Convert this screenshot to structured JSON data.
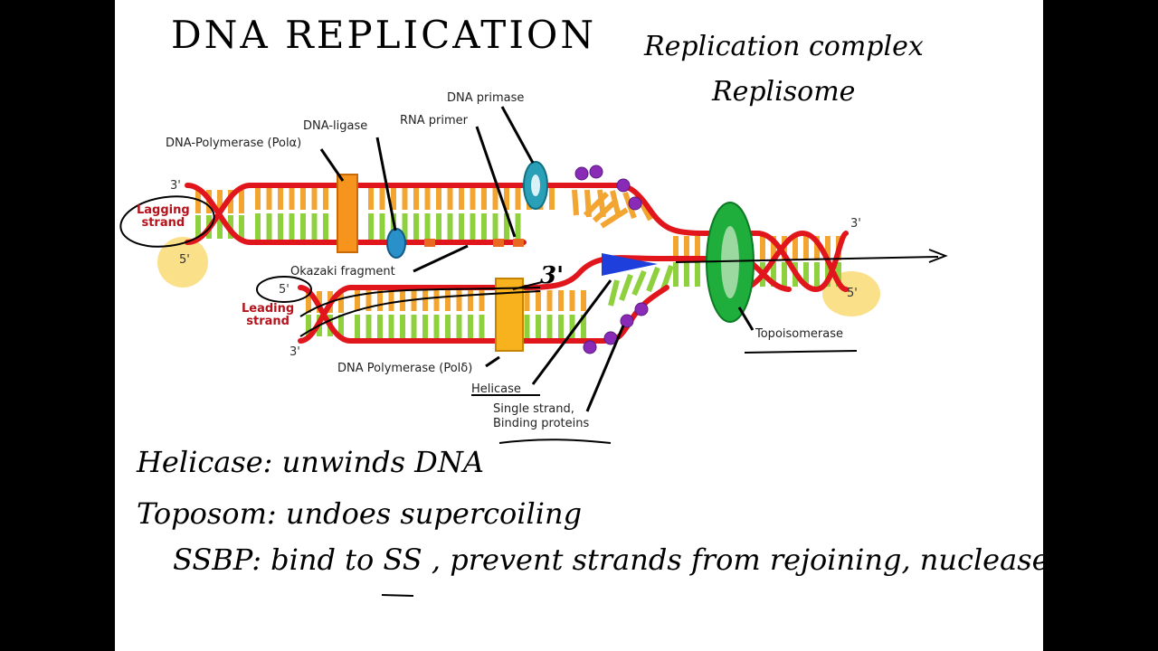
{
  "title": "DNA REPLICATION",
  "top_note": {
    "line1": "Replication complex",
    "line2": "Replisome"
  },
  "labels": {
    "dna_primase": "DNA primase",
    "dna_ligase": "DNA-ligase",
    "rna_primer": "RNA primer",
    "pol_alpha": "DNA-Polymerase (Polα)",
    "okazaki": "Okazaki fragment",
    "pol_delta": "DNA Polymerase (Polδ)",
    "helicase": "Helicase",
    "ssb_line1": "Single strand,",
    "ssb_line2": "Binding proteins",
    "topoisomerase": "Topoisomerase",
    "lagging_line1": "Lagging",
    "lagging_line2": "strand",
    "leading_line1": "Leading",
    "leading_line2": "strand"
  },
  "ends": {
    "lagging_3": "3'",
    "lagging_5": "5'",
    "leading_5": "5'",
    "leading_3": "3'",
    "right_3": "3'",
    "right_5": "5'",
    "hand_3": "3'"
  },
  "notes": [
    "Helicase: unwinds DNA",
    "Toposom: undoes supercoiling",
    "SSBP: bind to SS , prevent strands from rejoining, nucleases"
  ],
  "colors": {
    "backbone": "#e0161c",
    "base_orange": "#f2a531",
    "base_green": "#8fd03e",
    "pol": "#f7941d",
    "topo": "#1fae3c",
    "helicase": "#1f3fdc",
    "primase": "#2aa0b8",
    "ssb": "#8a2bb8",
    "highlight": "#fbe08a"
  }
}
